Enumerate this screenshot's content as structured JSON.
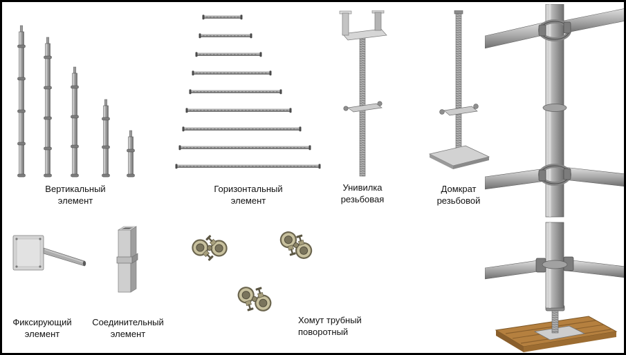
{
  "figure": {
    "kind": "scaffolding-components-diagram",
    "colors": {
      "background": "#ffffff",
      "frame_border": "#000000",
      "steel_light": "#d8d8d8",
      "steel_mid": "#a8a8a8",
      "steel_dark": "#6e6e6e",
      "clamp_brass": "#c8c19e",
      "wood": "#b5803f",
      "label_text": "#101010"
    }
  },
  "items": [
    {
      "id": "vertical-element",
      "label_lines": [
        "Вертикальный",
        "элемент"
      ]
    },
    {
      "id": "horizontal-element",
      "label_lines": [
        "Горизонтальный",
        "элемент"
      ]
    },
    {
      "id": "u-fork",
      "label_lines": [
        "Унивилка",
        "резьбовая"
      ]
    },
    {
      "id": "screw-jack",
      "label_lines": [
        "Домкрат",
        "резьбовой"
      ]
    },
    {
      "id": "fixing-element",
      "label_lines": [
        "Фиксирующий",
        "элемент"
      ]
    },
    {
      "id": "connecting-element",
      "label_lines": [
        "Соединительный",
        "элемент"
      ]
    },
    {
      "id": "pipe-clamp",
      "label_lines": [
        "Хомут трубный",
        "поворотный"
      ]
    }
  ]
}
